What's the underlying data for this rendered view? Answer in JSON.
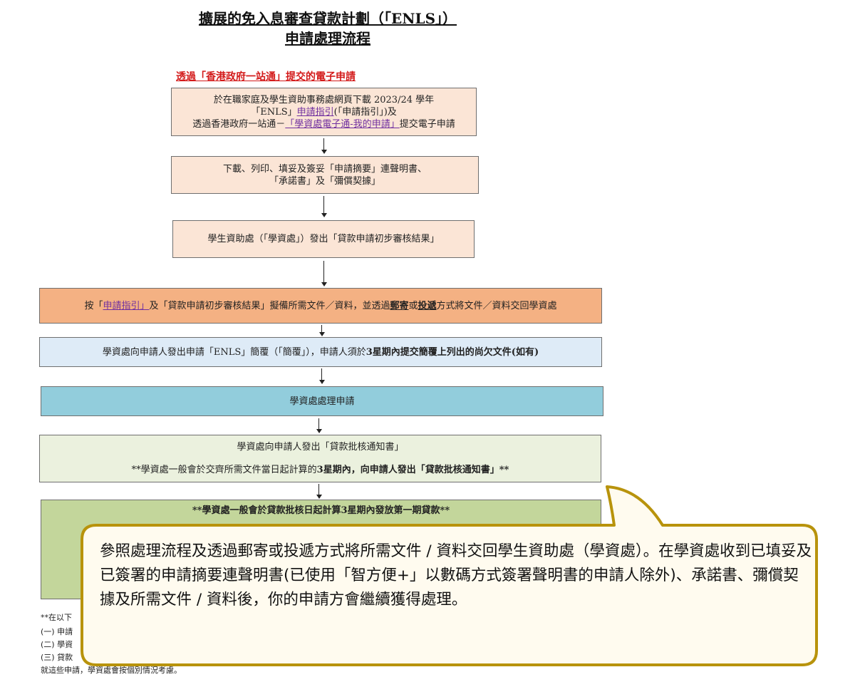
{
  "title": {
    "line1": "擴展的免入息審查貸款計劃（「ENLS」）",
    "line2": "申請處理流程"
  },
  "section_label": "透過「香港政府一站通」提交的電子申請",
  "box1": {
    "line1": "於在職家庭及學生資助事務處網頁下載 2023/24 學年",
    "line2_a": "「ENLS」",
    "line2_link": "申請指引",
    "line2_b": "(「申請指引」)及",
    "line3_a": "透過香港政府一站通－",
    "line3_link": "「學資處電子通-我的申請」",
    "line3_b": "提交電子申請"
  },
  "box2": {
    "line1": "下載、列印、填妥及簽妥「申請摘要」連聲明書、",
    "line2": "「承諾書」及「彌償契據」"
  },
  "box3": {
    "text": "學生資助處（「學資處」）發出「貸款申請初步審核結果」"
  },
  "box4": {
    "a": "按「",
    "link": "申請指引」",
    "b": "及「貸款申請初步審核結果」擬備所需文件／資料，並透過",
    "mail": "郵寄",
    "c": "或",
    "courier": "投遞",
    "d": "方式將文件／資料交回學資處"
  },
  "box5": {
    "a": "學資處向申請人發出申請「ENLS」簡覆（「簡覆」），申請人須於",
    "b": "3星期內提交簡覆上列出的尚欠文件(如有)"
  },
  "box6": {
    "text": "學資處處理申請"
  },
  "box7": {
    "line1": "學資處向申請人發出「貸款批核通知書」",
    "line2_a": "**學資處一般會於交齊所需文件當日起計算的",
    "line2_b": "3星期內，向申請人發出「貸款批核通知書」**"
  },
  "box8": {
    "text": "**學資處一般會於貸款批核日起計算3星期內發放第一期貸款**"
  },
  "notes": [
    "**在以下",
    "(一) 申請",
    "(二) 學資",
    "(三) 貸款",
    "就這些申請，學資處會按個別情況考慮。"
  ],
  "callout": {
    "text": "參照處理流程及透過郵寄或投遞方式將所需文件 / 資料交回學生資助處（學資處）。在學資處收到已填妥及已簽署的申請摘要連聲明書(已使用「智方便+」以數碼方式簽署聲明書的申請人除外)、承諾書、彌償契據及所需文件 / 資料後，你的申請方會繼續獲得處理。"
  },
  "colors": {
    "peach": "#fbe5d6",
    "orange": "#f4b183",
    "light_blue": "#deebf7",
    "teal": "#92cddc",
    "light_green": "#ebf1de",
    "green": "#c3d69b",
    "callout_fill": "#fffbef",
    "callout_border": "#b8930c",
    "link": "#7030a0",
    "section_label": "#d31a1a"
  }
}
